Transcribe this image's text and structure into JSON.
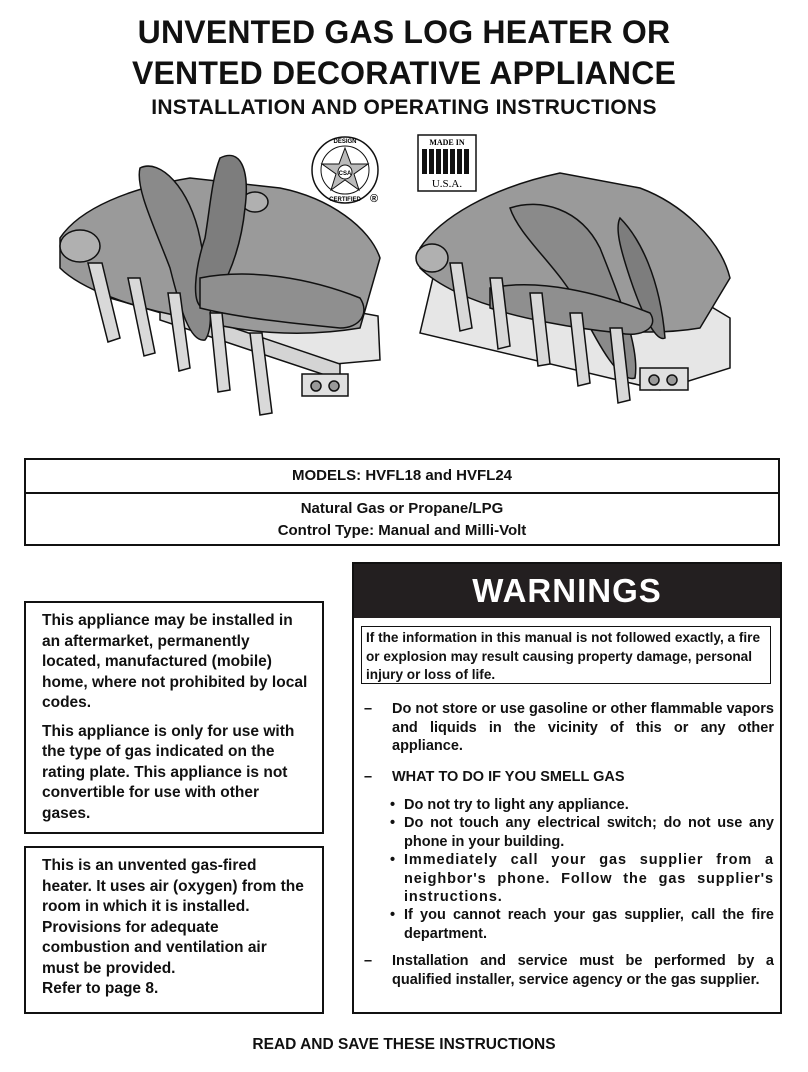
{
  "header": {
    "title_line1": "UNVENTED GAS LOG HEATER OR",
    "title_line2": "VENTED DECORATIVE APPLIANCE",
    "subtitle": "INSTALLATION AND OPERATING INSTRUCTIONS"
  },
  "logos": {
    "design_certified": {
      "top": "DESIGN",
      "bottom": "CERTIFIED",
      "mark": "CSA",
      "registered": "®"
    },
    "made_in_usa": {
      "top": "MADE IN",
      "bottom": "U.S.A."
    }
  },
  "models_box": {
    "title": "MODELS: HVFL18 and HVFL24",
    "line1": "Natural Gas or Propane/LPG",
    "line2": "Control Type: Manual and Milli-Volt"
  },
  "notes": {
    "note1_p1": "This appliance may be installed in an aftermarket, permanently located, manufactured (mobile) home, where not prohibited by local codes.",
    "note1_p2": "This appliance is only for use with the type of gas indicated on the rating plate. This appliance is not convertible for use with other gases.",
    "note2_p1": "This is an unvented gas-fired heater. It uses air (oxygen) from the room in which it is installed. Provisions for adequate combustion and ventilation air must be provided.",
    "note2_p2": "Refer to page 8."
  },
  "warnings": {
    "heading": "WARNINGS",
    "intro": "If the information in this manual is not followed exactly, a fire or explosion may result causing property damage, personal injury or loss of life.",
    "dash": "–",
    "item1": "Do not store or use gasoline or other flammable vapors and liquids in the vicinity of this or any other appliance.",
    "item2": "WHAT TO DO IF YOU SMELL GAS",
    "bullets": [
      "Do not try to light any appliance.",
      "Do not touch any electrical switch; do not use any phone in your building.",
      "Immediately call your gas supplier from a neighbor's phone. Follow the gas supplier's instructions.",
      "If you cannot reach your gas supplier, call the fire department."
    ],
    "item3": "Installation and service must be performed by a qualified installer, service agency or the gas supplier."
  },
  "footer": "READ AND SAVE THESE INSTRUCTIONS"
}
